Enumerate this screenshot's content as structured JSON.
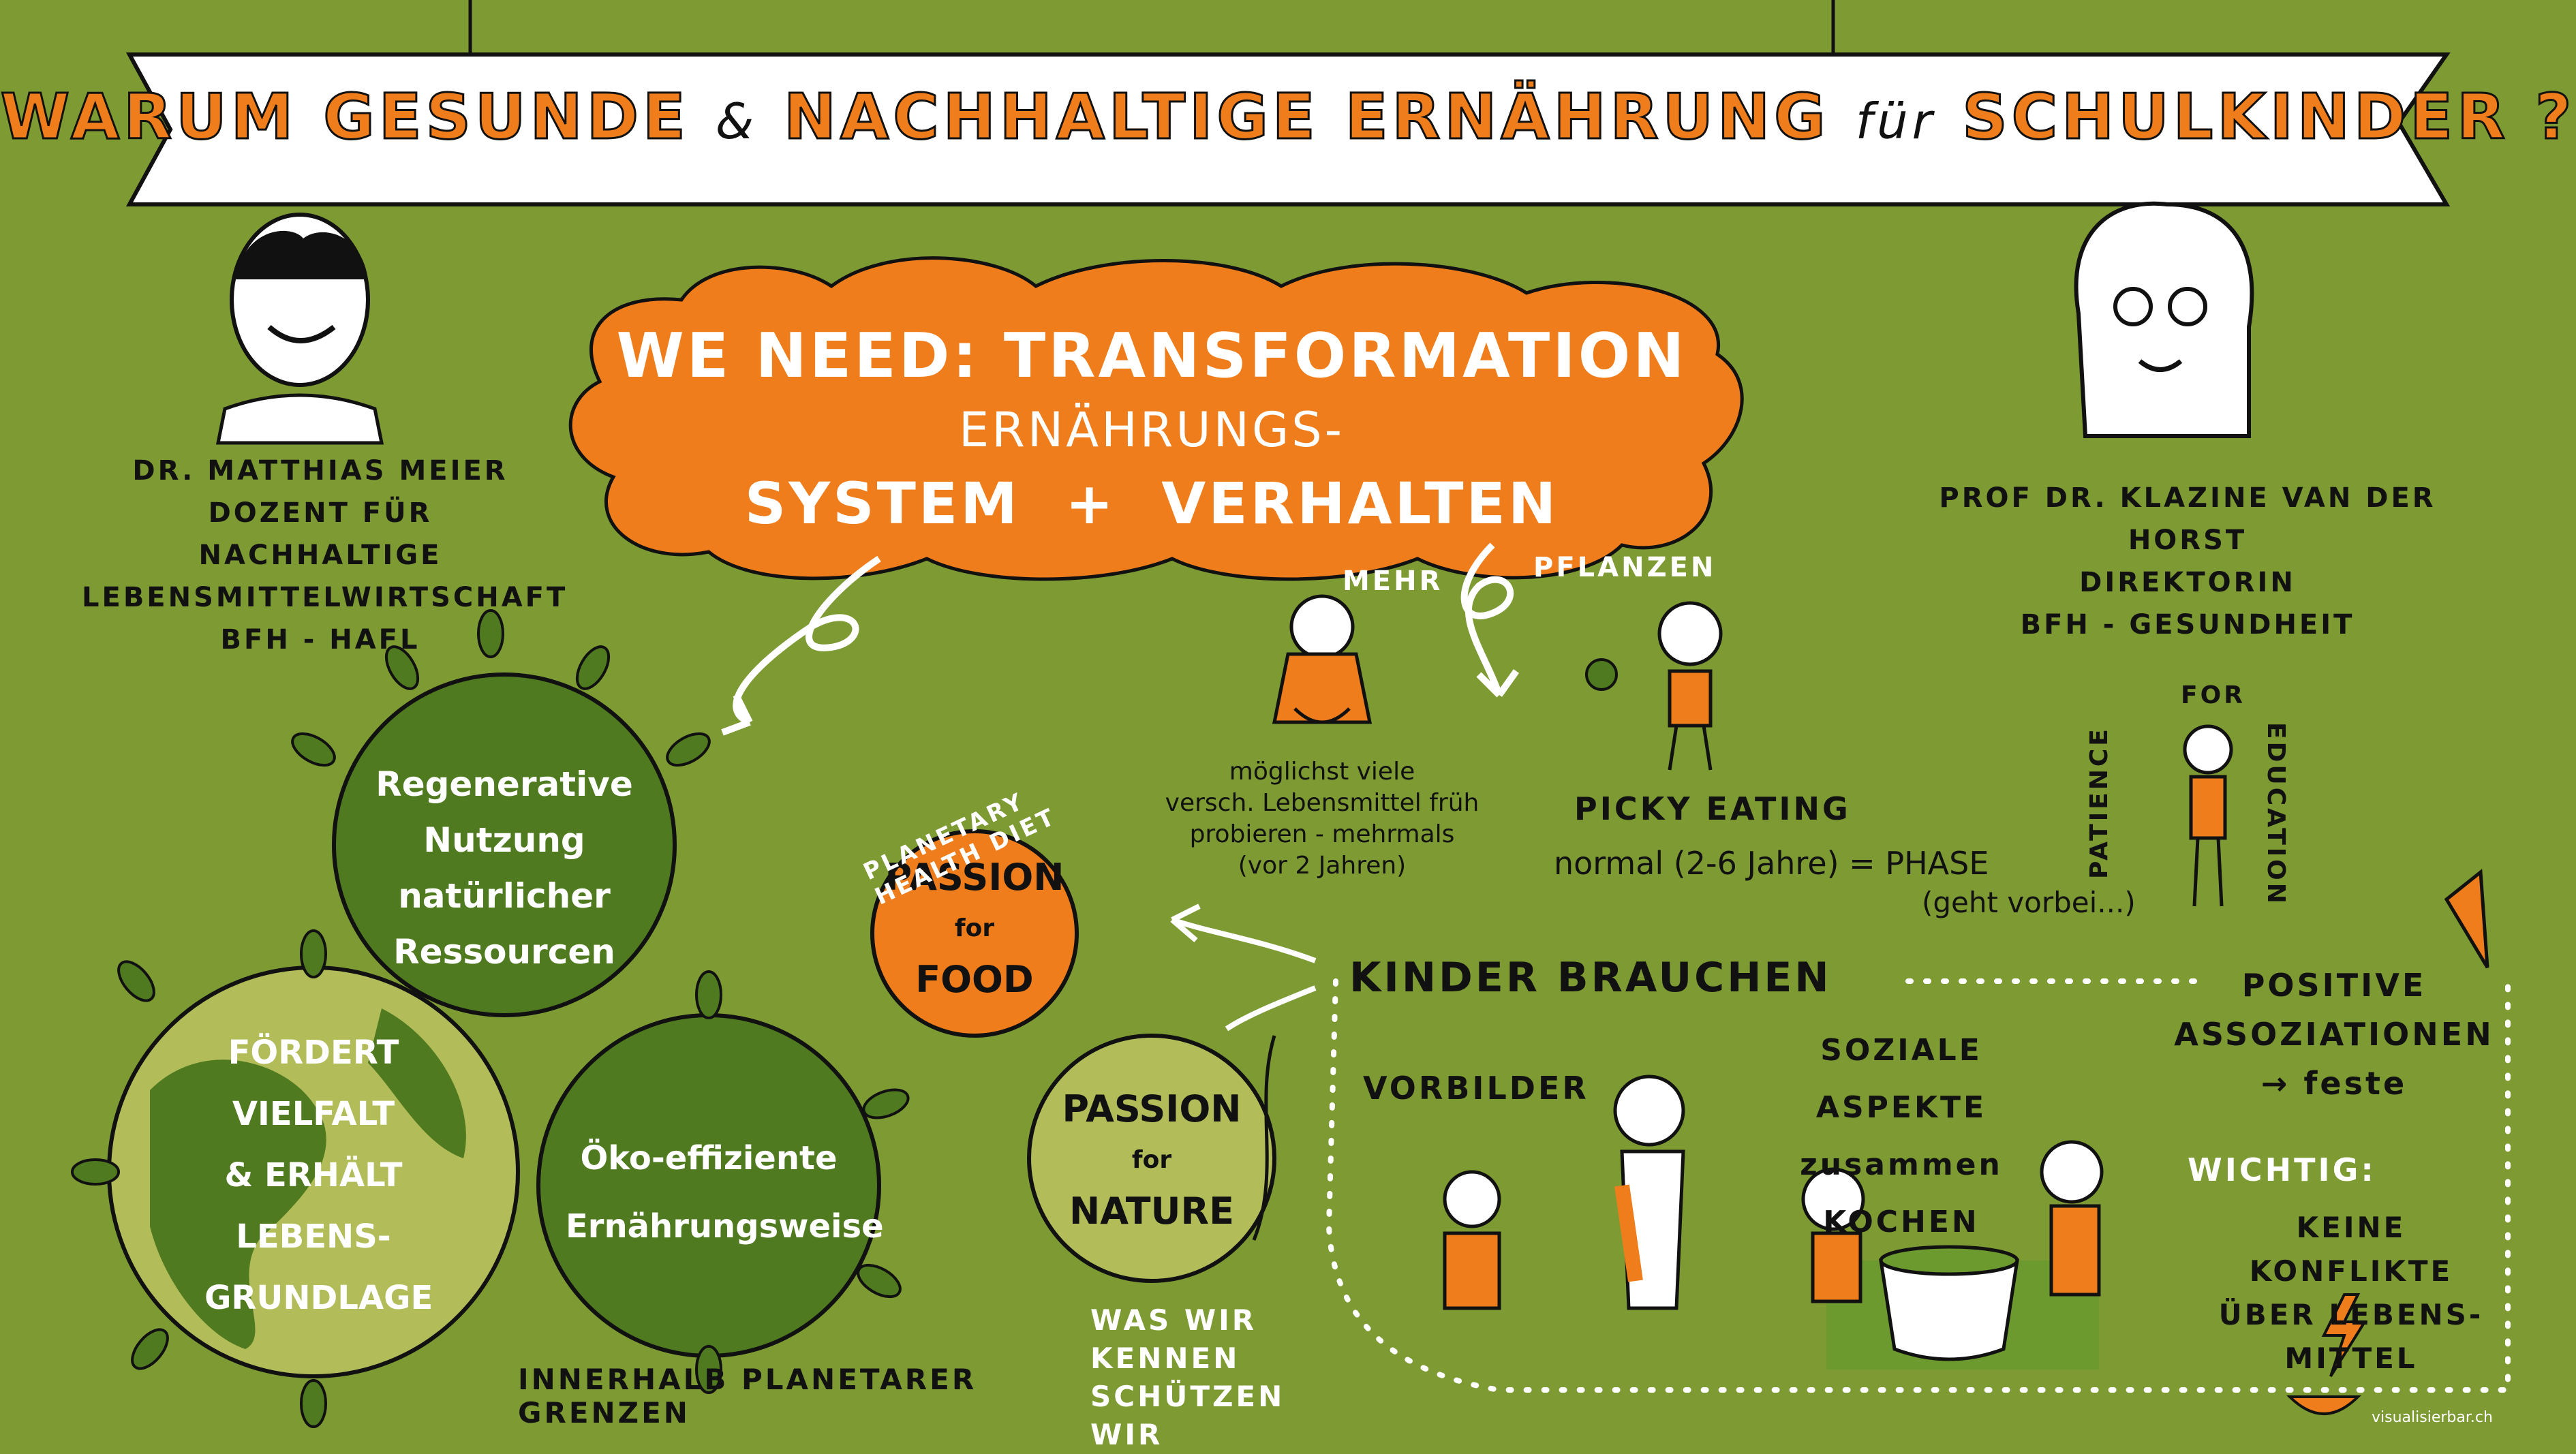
{
  "banner": {
    "part1": "WARUM GESUNDE",
    "amp": "&",
    "part2": "NACHHALTIGE ERNÄHRUNG",
    "fur": "für",
    "part3": "SCHULKINDER ?"
  },
  "speaker_left": {
    "name": "DR. MATTHIAS MEIER",
    "line2": "DOZENT FÜR NACHHALTIGE",
    "line3": "LEBENSMITTELWIRTSCHAFT BFH - HAFL"
  },
  "speaker_right": {
    "name": "PROF DR. KLAZINE VAN DER HORST",
    "line2": "DIREKTORIN",
    "line3": "BFH - GESUNDHEIT"
  },
  "cloud": {
    "line1": "WE NEED: TRANSFORMATION",
    "line2": "ERNÄHRUNGS-",
    "line3a": "SYSTEM",
    "plus": "+",
    "line3b": "VERHALTEN"
  },
  "planets": {
    "top_line1": "Regenerative",
    "top_line2": "Nutzung natürlicher",
    "top_line3": "Ressourcen",
    "left_line1": "FÖRDERT",
    "left_line2": "VIELFALT",
    "left_line3": "& ERHÄLT",
    "left_line4": "LEBENS-",
    "left_line5": "GRUNDLAGE",
    "right_line1": "Öko-effiziente",
    "right_line2": "Ernährungsweise",
    "bottom_caption": "INNERHALB PLANETARER GRENZEN"
  },
  "passion_food": {
    "line1": "PASSION",
    "line2": "for",
    "line3": "FOOD",
    "arc": "PLANETARY HEALTH DIET"
  },
  "passion_nature": {
    "line1": "PASSION",
    "line2": "for",
    "line3": "NATURE",
    "note1": "WAS WIR",
    "note2": "KENNEN",
    "note3": "SCHÜTZEN",
    "note4": "WIR"
  },
  "baby": {
    "line1": "möglichst viele",
    "line2": "versch. Lebensmittel früh",
    "line3": "probieren - mehrmals",
    "line4": "(vor 2 Jahren)"
  },
  "plants": {
    "mehr": "MEHR",
    "pflanzen": "PFLANZEN"
  },
  "picky": {
    "title": "PICKY EATING",
    "line2": "normal  (2-6 Jahre) = PHASE",
    "line3": "(geht vorbei...)"
  },
  "patience": {
    "w1": "PATIENCE",
    "w2": "FOR",
    "w3": "EDUCATION"
  },
  "kinder": {
    "title": "KINDER BRAUCHEN",
    "vorbilder": "VORBILDER",
    "soziale1": "SOZIALE ASPEKTE",
    "soziale2": "zusammen",
    "soziale3": "KOCHEN",
    "positive1": "POSITIVE",
    "positive2": "ASSOZIATIONEN",
    "positive3": "→ feste",
    "wichtig": "WICHTIG:",
    "wichtig2": "KEINE KONFLIKTE",
    "wichtig3": "ÜBER LEBENS-",
    "wichtig4": "MITTEL"
  },
  "signature": "visualisierbar.ch",
  "colors": {
    "background": "#7d9a33",
    "orange": "#f07d1b",
    "dark_green": "#4f7a1f",
    "light_green": "#a9b85a",
    "banner": "#ffffff"
  }
}
